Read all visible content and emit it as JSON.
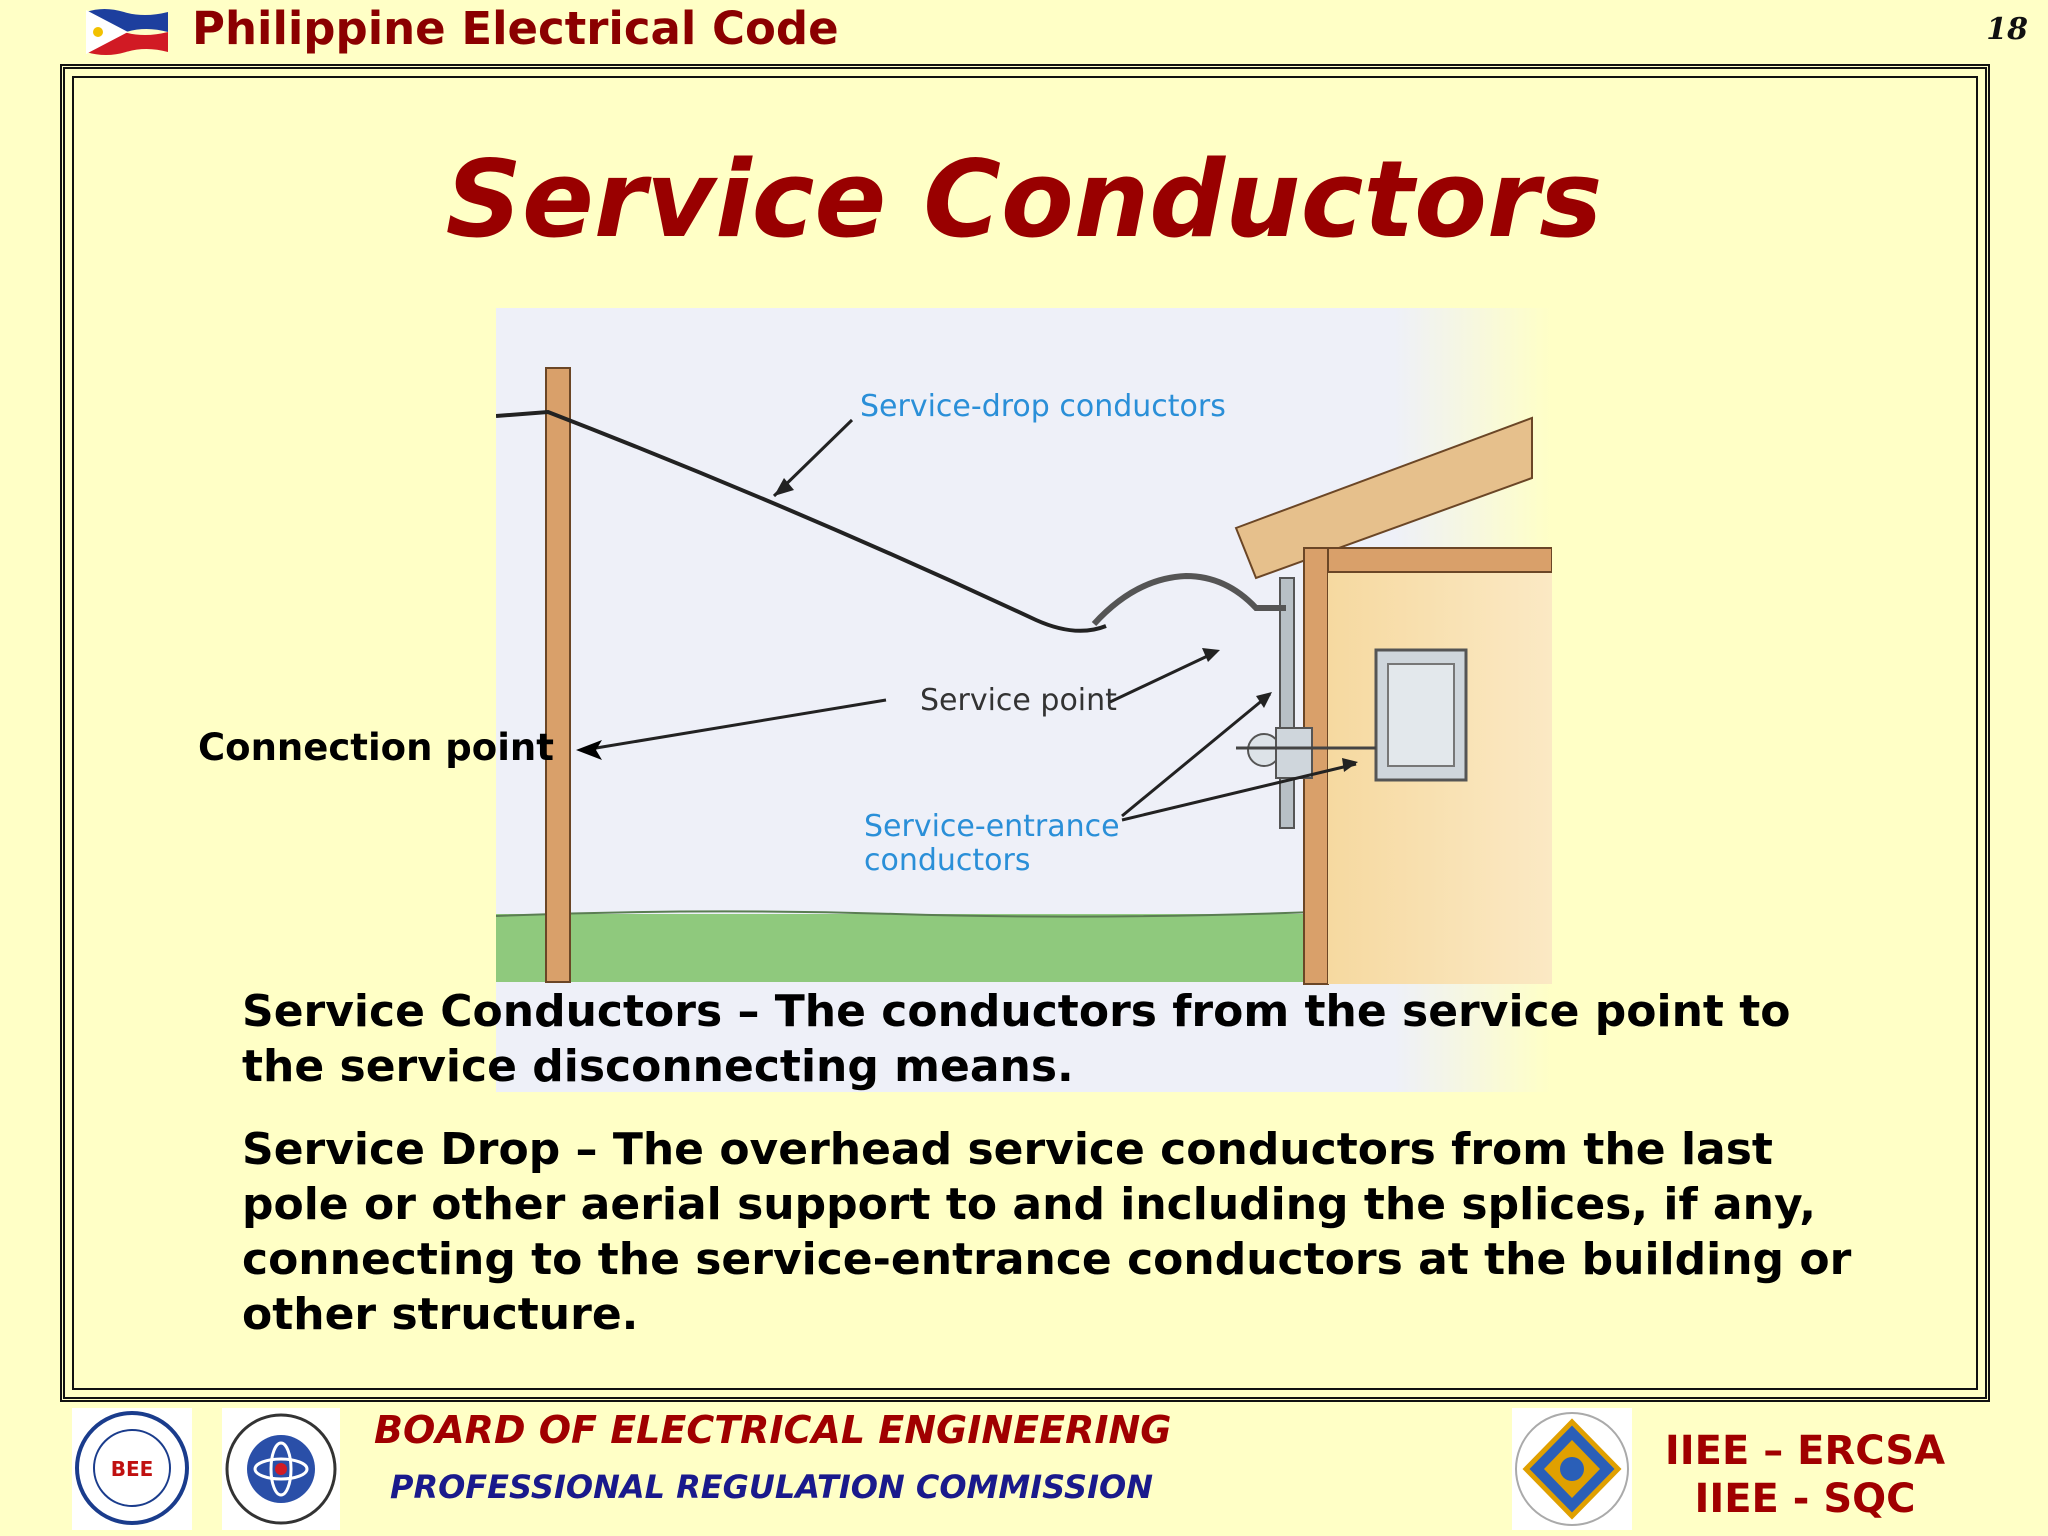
{
  "header": {
    "title": "Philippine Electrical Code",
    "page_number": "18"
  },
  "slide": {
    "title": "Service Conductors",
    "connection_label": "Connection point",
    "definitions": [
      "Service Conductors – The conductors from the service point to the service disconnecting means.",
      "Service Drop – The overhead service conductors from the last pole or other aerial support to and including the splices, if any, connecting to the service-entrance conductors at the building or other structure."
    ]
  },
  "diagram": {
    "service_drop_label": "Service-drop conductors",
    "service_point_label": "Service point",
    "service_entrance_label_1": "Service-entrance",
    "service_entrance_label_2": "conductors"
  },
  "footer": {
    "board": "BOARD OF ELECTRICAL ENGINEERING",
    "prc": "PROFESSIONAL  REGULATION COMMISSION",
    "iiee_line1": "IIEE – ERCSA",
    "iiee_line2": "IIEE - SQC",
    "bee_logo_text": "BEE"
  },
  "colors": {
    "background": "#ffffc6",
    "title": "#990000",
    "diagram_label": "#2a8fd8",
    "footer_blue": "#1a1a8c"
  }
}
